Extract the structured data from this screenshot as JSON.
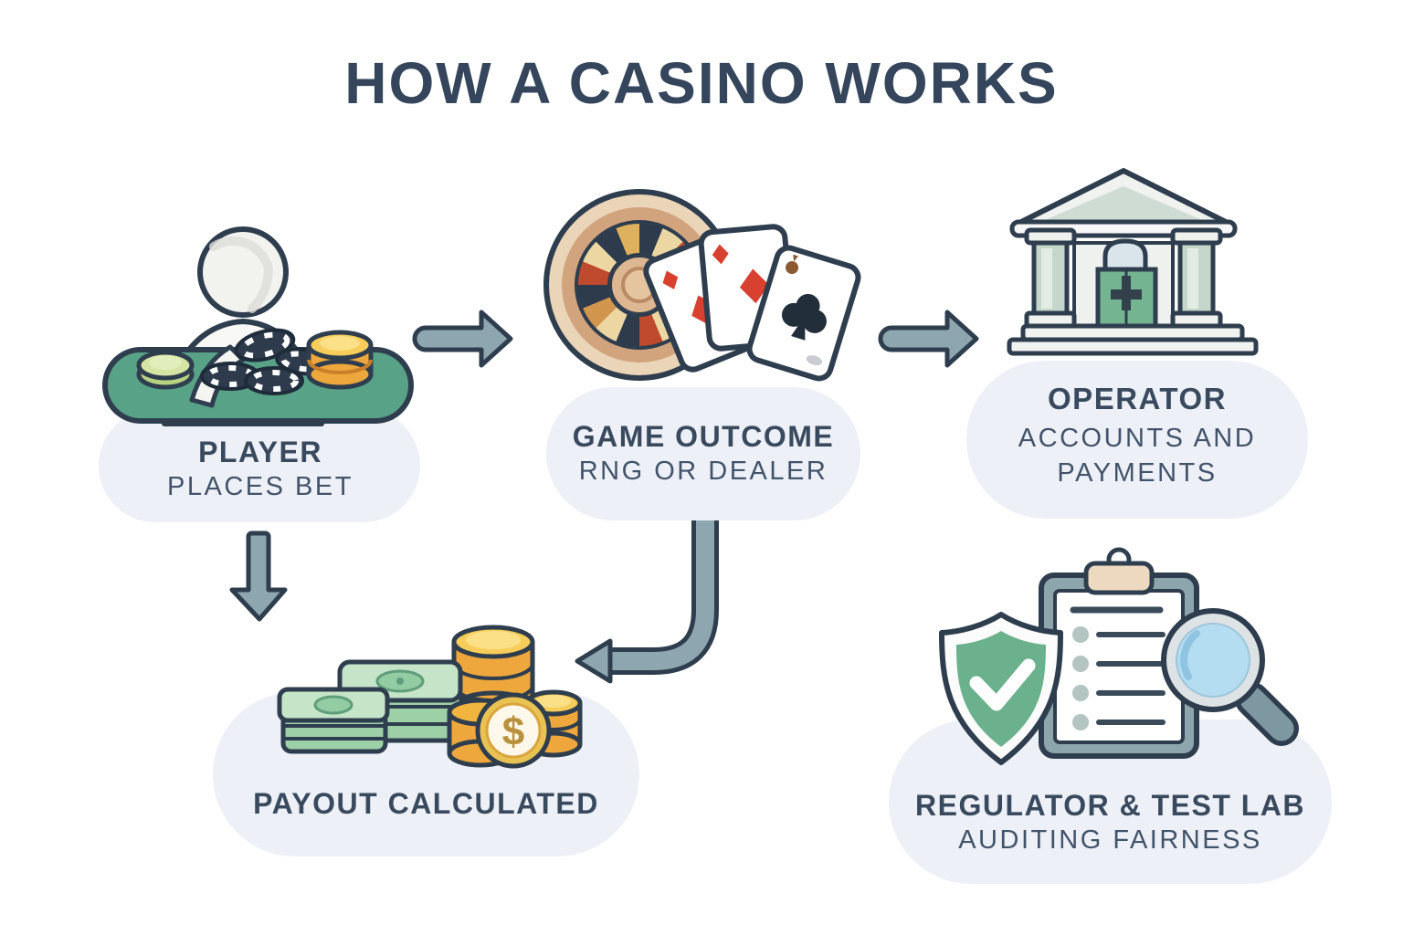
{
  "title": "HOW A CASINO WORKS",
  "palette": {
    "ink_outline": "#2f3e4e",
    "text": "#3a4a5e",
    "node_blob": "#edf0f6",
    "arrow_fill": "#8ea6b0",
    "table_green": "#58a287",
    "door_green": "#74b491",
    "shield_green": "#6cb18d",
    "coin_gold": "#f2c24a",
    "bill_green": "#c6e4c8",
    "card_red": "#d8402f",
    "lens_blue": "#b5ddf1"
  },
  "nodes": {
    "player": {
      "title": "PLAYER",
      "subtitle": "PLACES BET",
      "icon": "player-at-table-icon"
    },
    "game": {
      "title": "GAME OUTCOME",
      "subtitle": "RNG OR DEALER",
      "icon": "roulette-and-cards-icon"
    },
    "operator": {
      "title": "OPERATOR",
      "subtitle": "ACCOUNTS AND PAYMENTS",
      "icon": "bank-building-icon"
    },
    "payout": {
      "title": "PAYOUT CALCULATED",
      "icon": "cash-and-coins-icon"
    },
    "regulator": {
      "title": "REGULATOR & TEST LAB",
      "subtitle": "AUDITING FAIRNESS",
      "icon": "shield-checklist-magnifier-icon"
    }
  },
  "flows": [
    {
      "from": "player",
      "to": "game",
      "shape": "right-arrow"
    },
    {
      "from": "game",
      "to": "operator",
      "shape": "right-arrow"
    },
    {
      "from": "player",
      "to": "payout",
      "shape": "down-arrow"
    },
    {
      "from": "game",
      "to": "payout",
      "shape": "curved-arrow"
    }
  ]
}
